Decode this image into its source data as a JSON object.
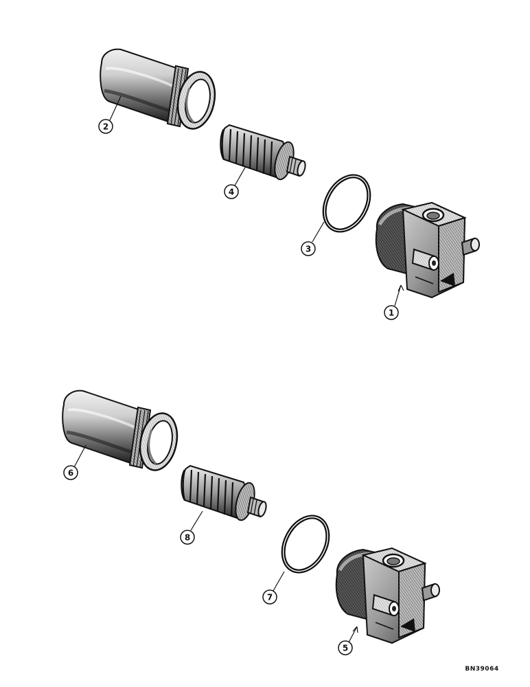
{
  "callouts": {
    "c1": "1",
    "c2": "2",
    "c3": "3",
    "c4": "4",
    "c5": "5",
    "c6": "6",
    "c7": "7",
    "c8": "8"
  },
  "drawing_code": "BN39064",
  "colors": {
    "ink": "#111111",
    "paper": "#ffffff",
    "shade_dark": "#3a3a3a",
    "shade_mid": "#8a8a8a",
    "shade_light": "#d6d6d6"
  }
}
